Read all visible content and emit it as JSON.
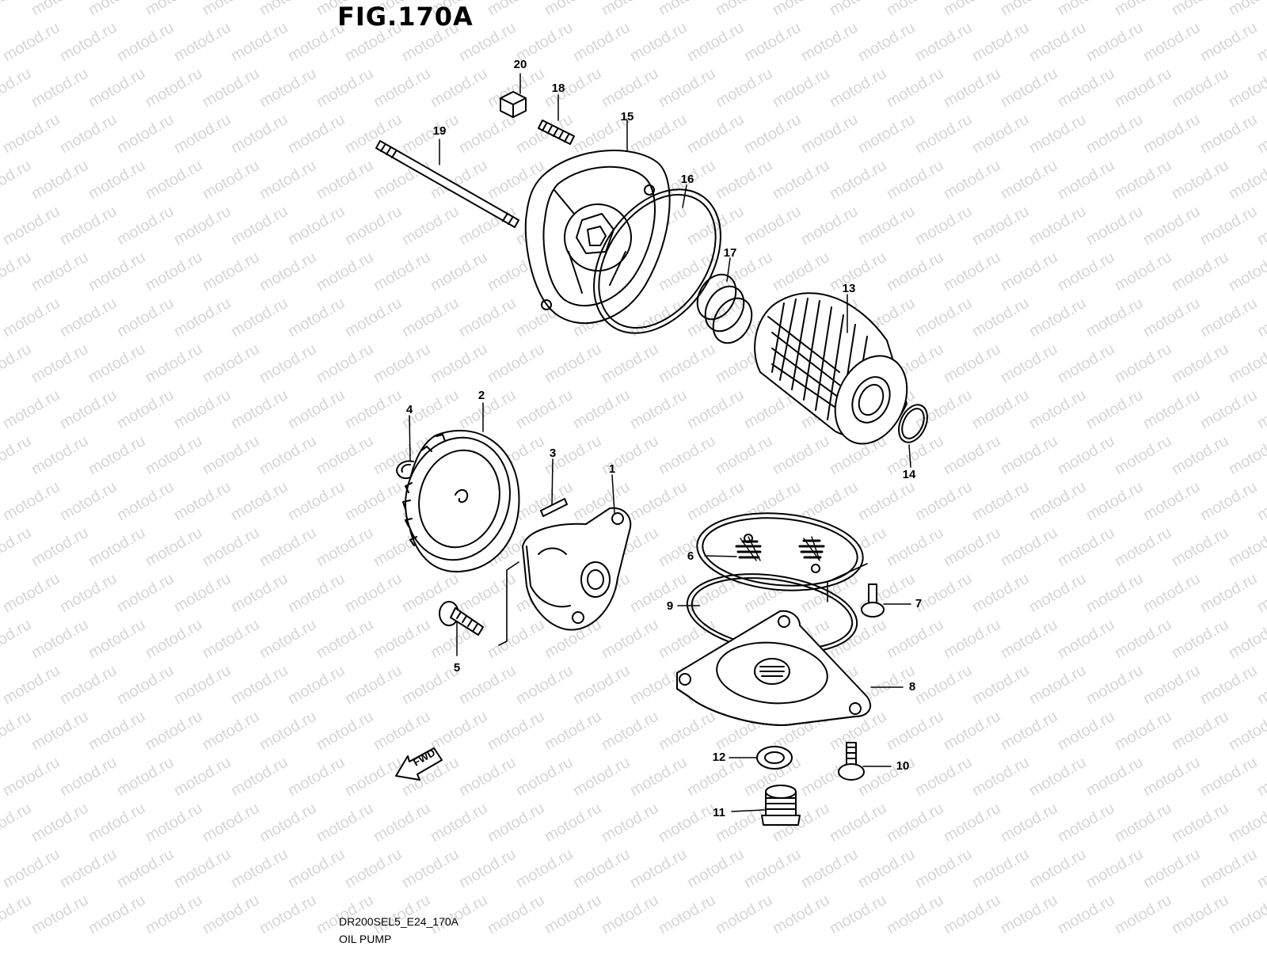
{
  "figure": {
    "title": "FIG.170A",
    "code": "DR200SEL5_E24_170A",
    "name": "OIL PUMP"
  },
  "watermark": {
    "text": "motod.ru",
    "color": "#d6d6d6"
  },
  "fwd_label": "FWD",
  "callouts": {
    "c1": "1",
    "c2": "2",
    "c3": "3",
    "c4": "4",
    "c5": "5",
    "c6": "6",
    "c7": "7",
    "c8": "8",
    "c9": "9",
    "c10": "10",
    "c11": "11",
    "c12": "12",
    "c13": "13",
    "c14": "14",
    "c15": "15",
    "c16": "16",
    "c17": "17",
    "c18": "18",
    "c19": "19",
    "c20": "20"
  }
}
